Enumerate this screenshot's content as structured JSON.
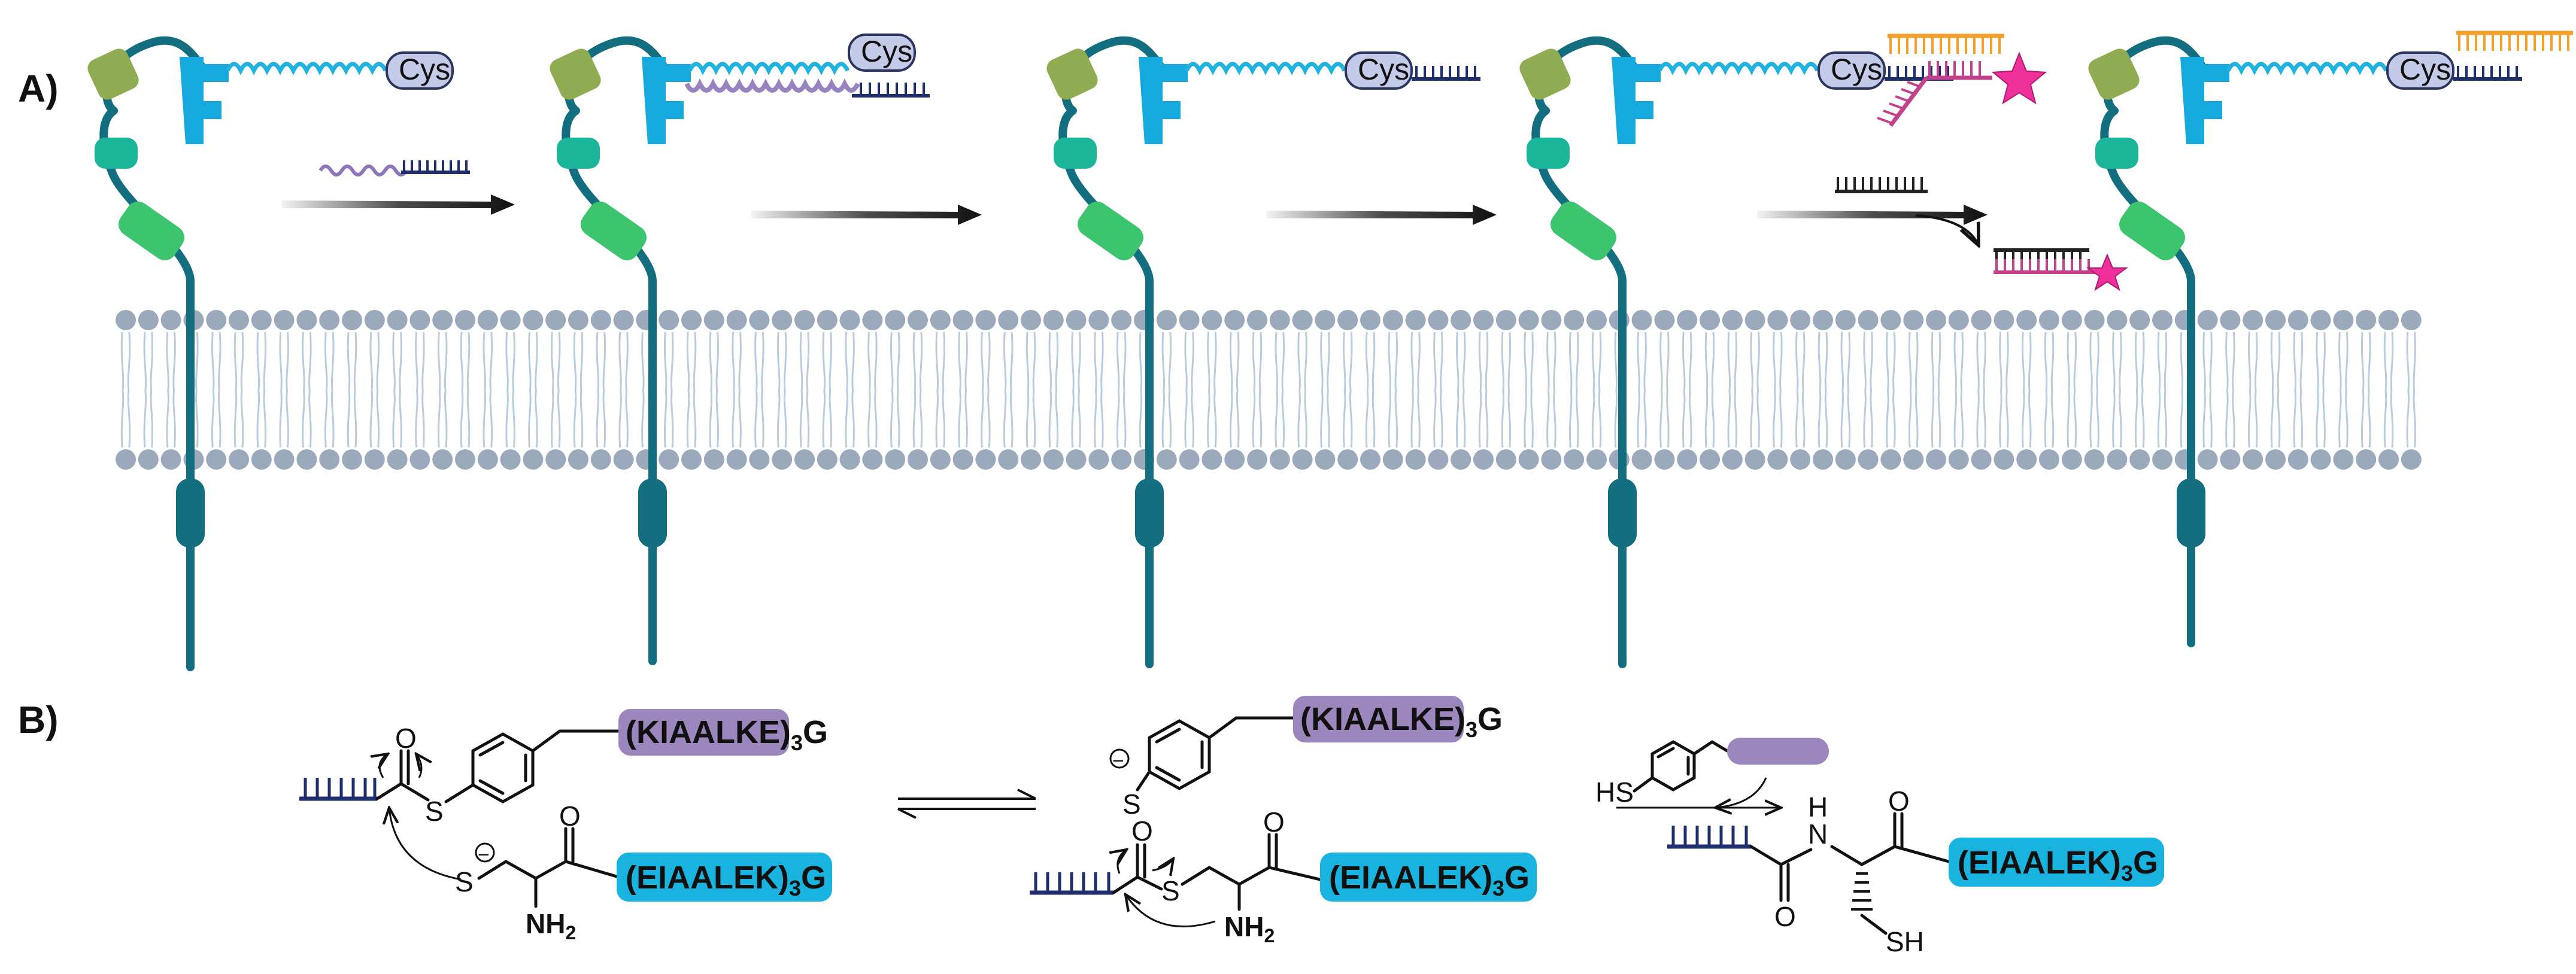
{
  "figure": {
    "panel_a_label": "A)",
    "panel_b_label": "B)",
    "cys_label": "Cys",
    "membrane_head_color": "#9aa9bb",
    "receptor_color": "#136f80",
    "helix_color": "#20b3e0",
    "probe_coil_color": "#8e76b8",
    "pna_color": "#1f2f6e",
    "imager_color": "#f0a02b",
    "quencher_strand_color": "#c4428d",
    "star_color": "#f0309a",
    "peptide_k_label": "(KIAALKE)",
    "peptide_e_label": "(EIAALEK)",
    "peptide_subscript": "3",
    "peptide_suffix": "G",
    "peptide_k_color": "#9b86bd",
    "peptide_e_color": "#19b3e0",
    "atoms": {
      "s": "S",
      "o": "O",
      "n": "N",
      "h": "H",
      "nh2_main": "NH",
      "nh2_sub": "2",
      "hs": "HS",
      "sh": "SH",
      "minus": "−"
    }
  }
}
